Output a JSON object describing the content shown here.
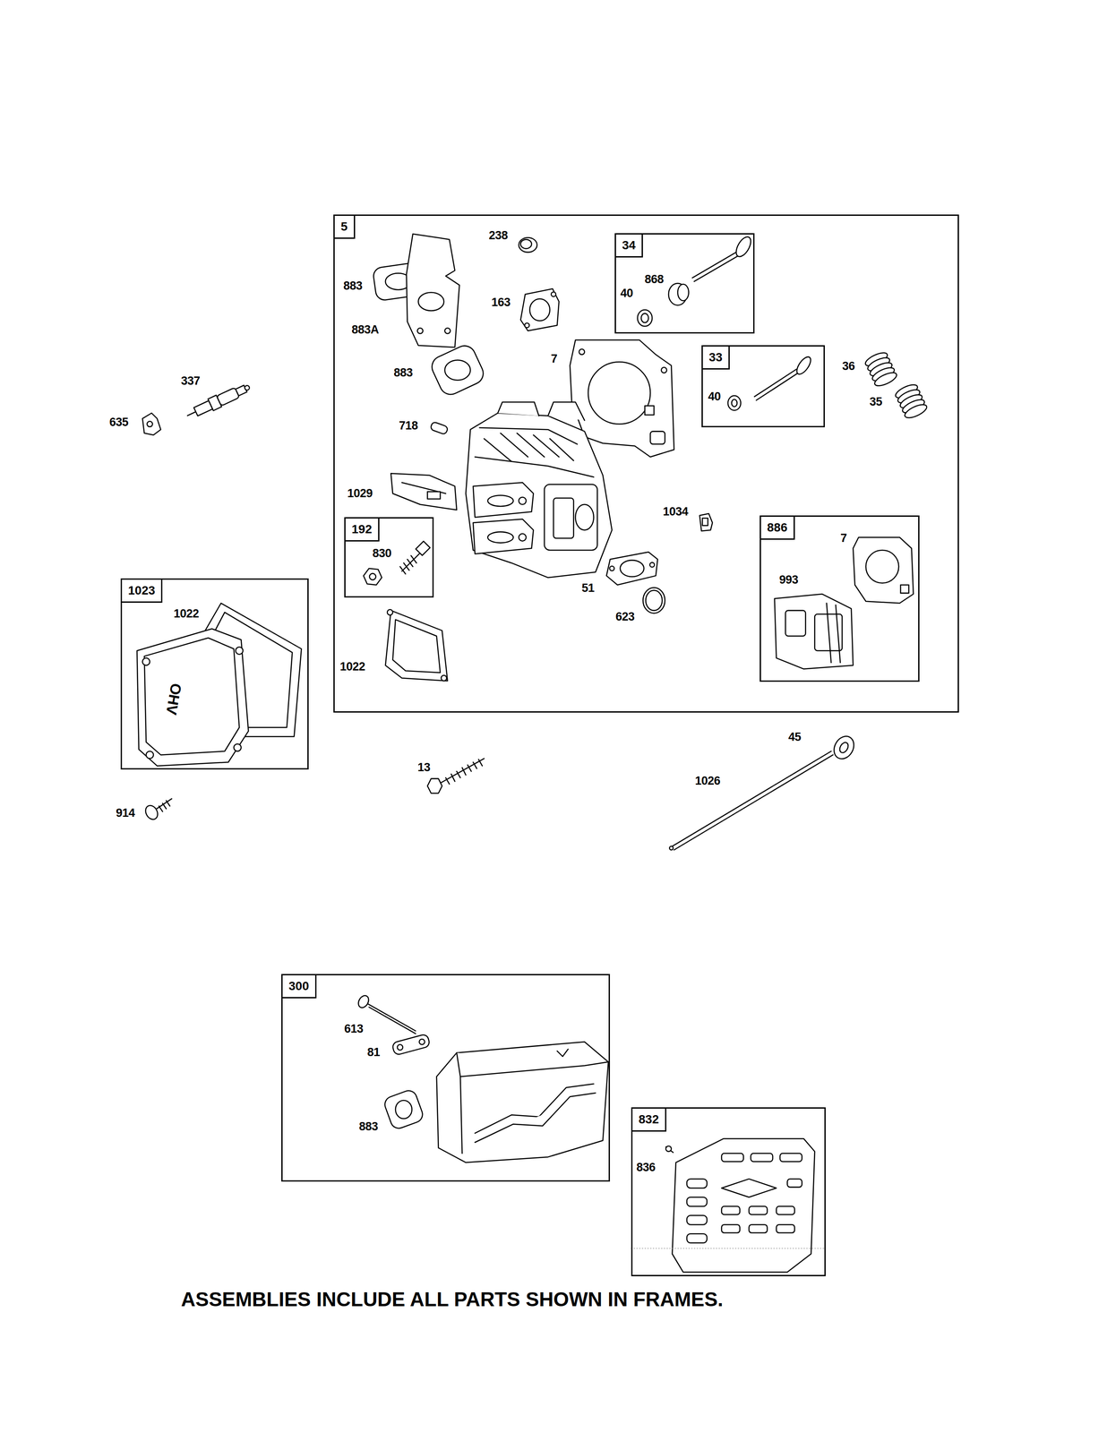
{
  "diagram": {
    "caption": "ASSEMBLIES INCLUDE ALL PARTS SHOWN IN FRAMES.",
    "nodes": [
      {
        "text": [
          "5"
        ]
      },
      {
        "text": [
          "34"
        ],
        "in": 0
      },
      {
        "text": [
          "33"
        ],
        "in": 0
      },
      {
        "text": [
          "192"
        ],
        "in": 0
      },
      {
        "text": [
          "886"
        ],
        "in": 0
      },
      {
        "text": [
          "1023"
        ]
      },
      {
        "text": [
          "300"
        ]
      },
      {
        "text": [
          "832"
        ]
      }
    ],
    "labels": [
      "238",
      "883",
      "163",
      "883A",
      "883",
      "7",
      "868",
      "40",
      "40",
      "36",
      "35",
      "337",
      "635",
      "718",
      "1029",
      "1034",
      "830",
      "7",
      "993",
      "51",
      "1022",
      "623",
      "1022",
      "OHV",
      "914",
      "13",
      "45",
      "1026",
      "613",
      "81",
      "883",
      "836"
    ]
  }
}
